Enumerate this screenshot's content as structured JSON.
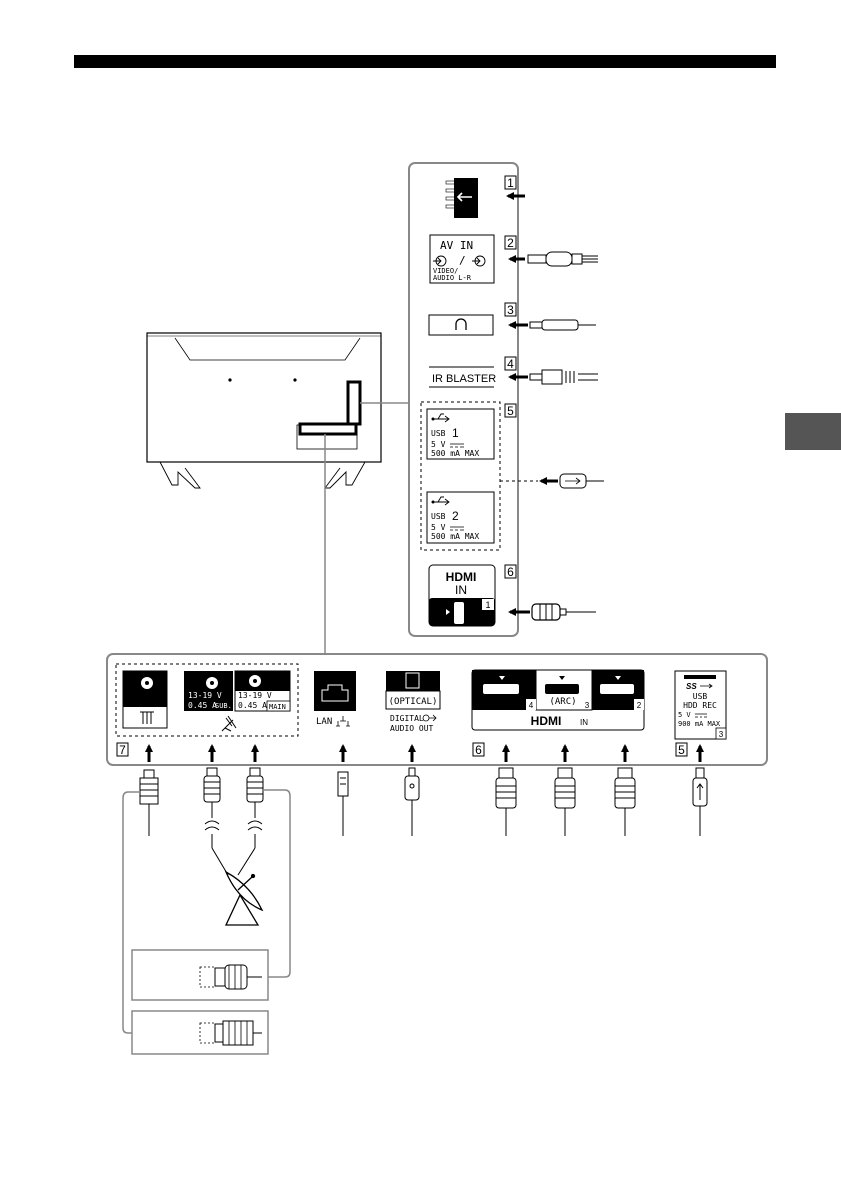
{
  "side_panel": {
    "numbers": [
      "1",
      "2",
      "3",
      "4",
      "5",
      "6"
    ],
    "av_in": {
      "title": "AV IN",
      "sub": "VIDEO/",
      "sub2": "AUDIO L-R",
      "slash": "/"
    },
    "ir_blaster": "IR BLASTER",
    "usb1": {
      "name": "USB",
      "num": "1",
      "volt": "5 V",
      "amp": "500 mA MAX"
    },
    "usb2": {
      "name": "USB",
      "num": "2",
      "volt": "5 V",
      "amp": "500 mA MAX"
    },
    "hdmi": {
      "logo": "HDMI",
      "in": "IN",
      "port": "1"
    }
  },
  "bottom_panel": {
    "sat_sub": {
      "volt": "13-19 V",
      "amp": "0.45 A",
      "tag": "SUB."
    },
    "sat_main": {
      "volt": "13-19 V",
      "amp": "0.45 A",
      "tag": "MAIN"
    },
    "lan": "LAN",
    "optical": {
      "name": "(OPTICAL)",
      "line1": "DIGITAL",
      "line2": "AUDIO OUT"
    },
    "hdmi": {
      "arc": "(ARC)",
      "port4": "4",
      "port3": "3",
      "port2": "2",
      "logo": "HDMI",
      "in": "IN"
    },
    "usb_rec": {
      "ss": "SS",
      "name": "USB",
      "rec": "HDD REC",
      "volt": "5 V",
      "amp": "900 mA MAX",
      "num": "3"
    },
    "numbers": {
      "antenna": "7",
      "hdmi": "6",
      "usb": "5"
    }
  },
  "colors": {
    "line": "#000000",
    "panel_edge": "#888888",
    "tab": "#555555"
  }
}
